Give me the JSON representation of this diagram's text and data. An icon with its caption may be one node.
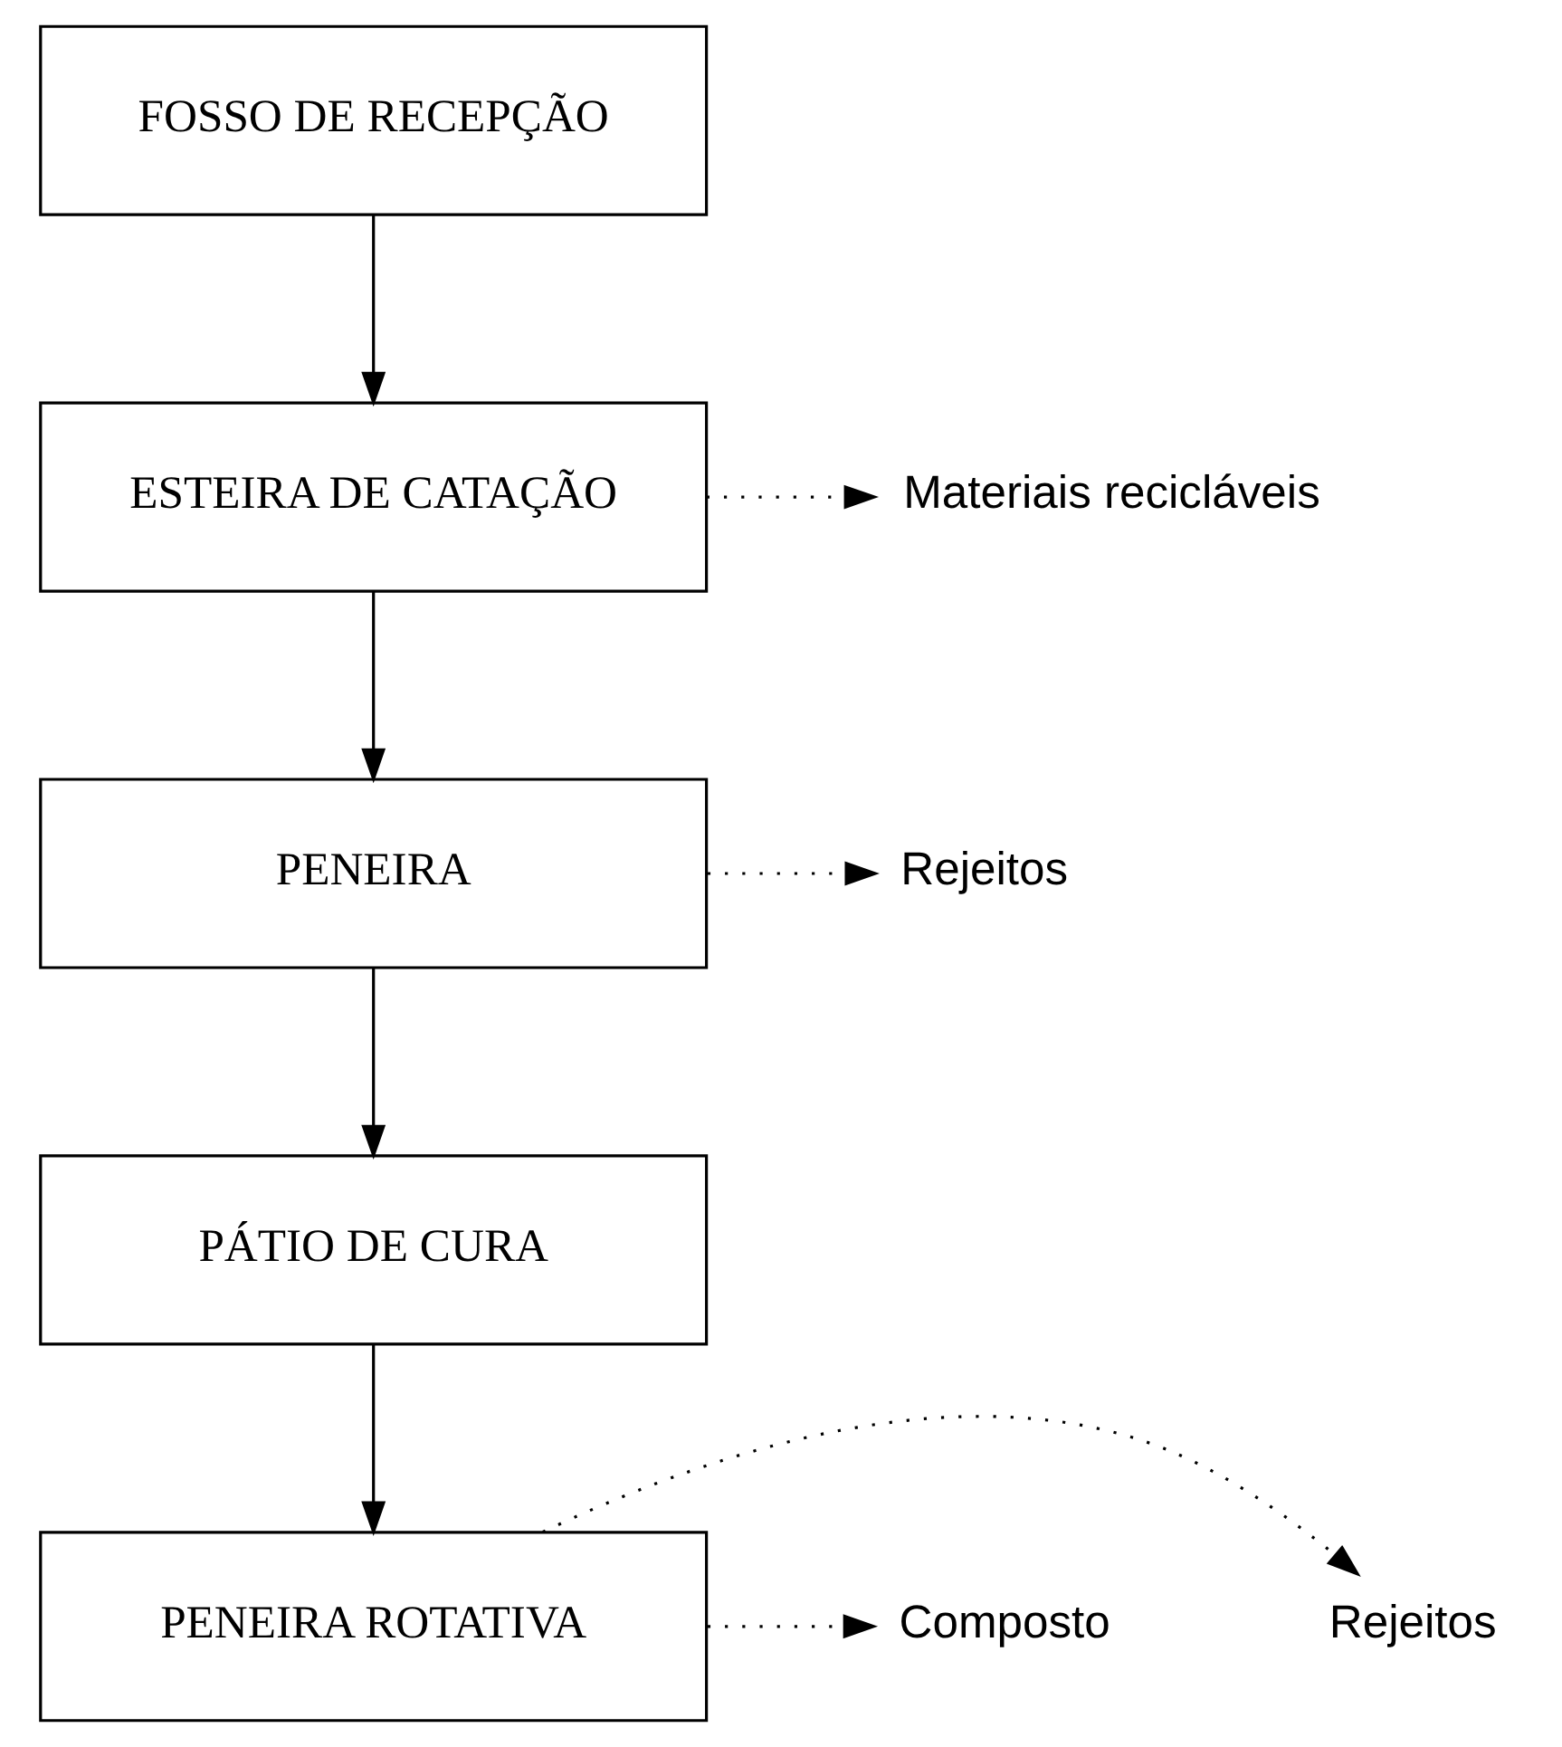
{
  "diagram": {
    "nodes": [
      {
        "text": [
          "FOSSO DE RECEPÇÃO"
        ]
      },
      {
        "text": [
          "ESTEIRA DE CATAÇÃO"
        ]
      },
      {
        "text": [
          "Materiais recicláveis"
        ]
      },
      {
        "text": [
          "PENEIRA"
        ]
      },
      {
        "text": [
          "Rejeitos"
        ]
      },
      {
        "text": [
          "PÁTIO DE CURA"
        ]
      },
      {
        "text": [
          "PENEIRA ROTATIVA"
        ]
      },
      {
        "text": [
          "Composto"
        ]
      },
      {
        "text": [
          "Rejeitos"
        ]
      }
    ],
    "edges": [
      {
        "from": 0,
        "to": 1,
        "arrow": "to"
      },
      {
        "from": 1,
        "to": 2,
        "arrow": "to",
        "style": "dashed"
      },
      {
        "from": 1,
        "to": 3,
        "arrow": "to"
      },
      {
        "from": 3,
        "to": 4,
        "arrow": "to",
        "style": "dashed"
      },
      {
        "from": 3,
        "to": 5,
        "arrow": "to"
      },
      {
        "from": 5,
        "to": 6,
        "arrow": "to"
      },
      {
        "from": 6,
        "to": 7,
        "arrow": "to",
        "style": "dashed"
      },
      {
        "from": 6,
        "to": 8,
        "arrow": "to",
        "style": "dashed"
      }
    ]
  }
}
